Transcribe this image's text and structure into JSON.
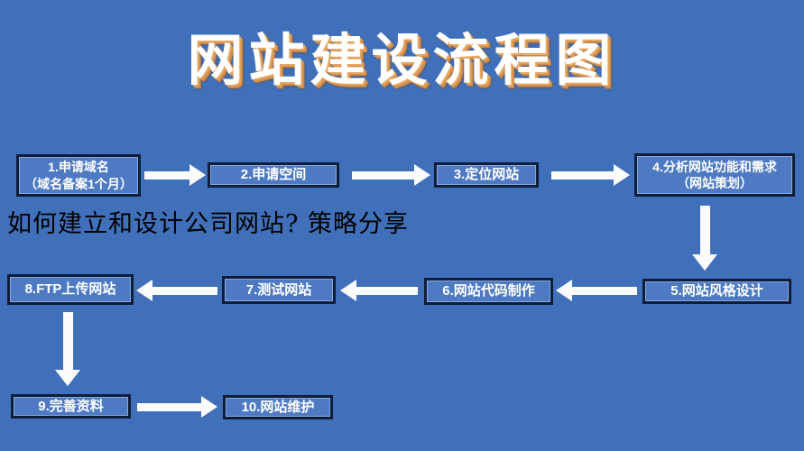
{
  "title": "网站建设流程图",
  "annotation": "如何建立和设计公司网站? 策略分享",
  "colors": {
    "background": "#4170ba",
    "box_fill": "#4d7ac2",
    "box_border": "#0f1d3a",
    "box_text": "#ffffff",
    "title_text": "#ffffff",
    "title_shadow": "#cf8a45",
    "arrow": "#fcfcfc",
    "annotation_text": "#000000"
  },
  "steps": [
    {
      "label": "1.申请域名",
      "sublabel": "（域名备案1个月）"
    },
    {
      "label": "2.申请空间",
      "sublabel": ""
    },
    {
      "label": "3.定位网站",
      "sublabel": ""
    },
    {
      "label": "4.分析网站功能和需求",
      "sublabel": "（网站策划）"
    },
    {
      "label": "5.网站风格设计",
      "sublabel": ""
    },
    {
      "label": "6.网站代码制作",
      "sublabel": ""
    },
    {
      "label": "7.测试网站",
      "sublabel": ""
    },
    {
      "label": "8.FTP上传网站",
      "sublabel": ""
    },
    {
      "label": "9.完善资料",
      "sublabel": ""
    },
    {
      "label": "10.网站维护",
      "sublabel": ""
    }
  ]
}
